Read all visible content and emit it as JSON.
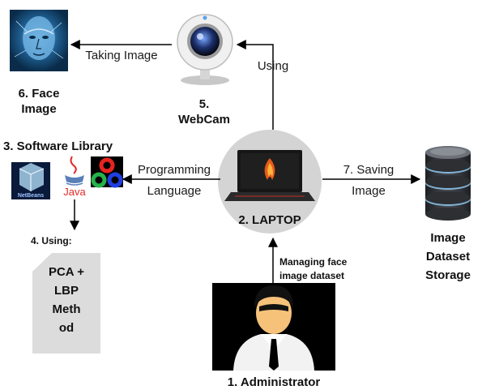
{
  "nodes": {
    "face": {
      "label_line1": "6. Face",
      "label_line2": "Image"
    },
    "webcam": {
      "label_line1": "5.",
      "label_line2": "WebCam"
    },
    "software": {
      "label": "3. Software Library",
      "java_text": "Java",
      "netbeans_text": "NetBeans"
    },
    "laptop": {
      "label": "2. LAPTOP"
    },
    "storage": {
      "label_line1": "Image",
      "label_line2": "Dataset",
      "label_line3": "Storage"
    },
    "admin": {
      "label": "1. Administrator"
    },
    "method": {
      "line1": "PCA +",
      "line2": "LBP",
      "line3": "Meth",
      "line4": "od"
    }
  },
  "edges": {
    "taking_image": "Taking Image",
    "using": "Using",
    "programming_line1": "Programming",
    "programming_line2": "Language",
    "saving_line1": "7. Saving",
    "saving_line2": "Image",
    "managing_line1": "Managing face",
    "managing_line2": "image dataset",
    "using4": "4. Using:"
  },
  "icons": {
    "face": "face-image-icon",
    "webcam": "webcam-icon",
    "laptop": "laptop-icon",
    "storage": "database-icon",
    "admin": "administrator-icon",
    "netbeans": "netbeans-icon",
    "java": "java-icon",
    "opencv": "opencv-icon",
    "document": "document-icon"
  },
  "colors": {
    "laptop_circle": "#d4d4d4",
    "arrow": "#000000",
    "admin_bg": "#000000",
    "face_bg": "#0d3a60",
    "storage_body": "#2d2f33",
    "opencv_red": "#e8231f",
    "opencv_green": "#26b14a",
    "opencv_blue": "#1f3fe0",
    "java_red": "#e42a26",
    "document_fill": "#dcdcdc"
  }
}
